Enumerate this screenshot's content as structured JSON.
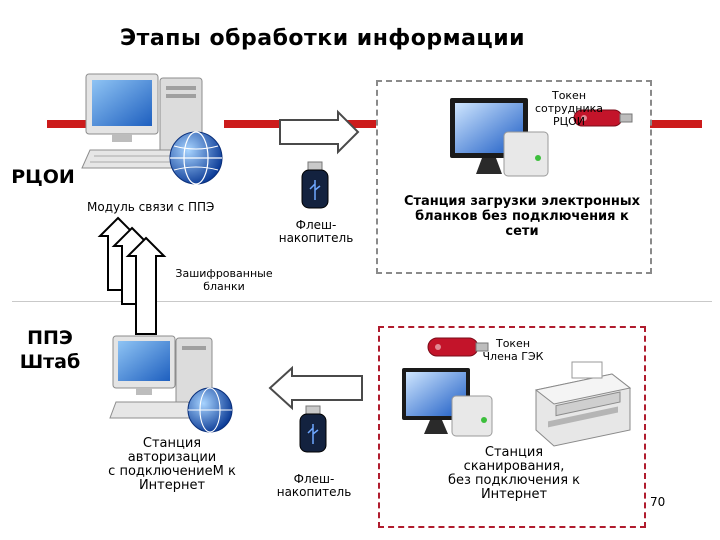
{
  "title": "Этапы обработки информации",
  "regions": {
    "rcoi": "РЦОИ",
    "ppe_line1": "ППЭ",
    "ppe_line2": "Штаб"
  },
  "labels": {
    "comm_module": "Модуль связи с ППЭ",
    "flash_top_line1": "Флеш-",
    "flash_top_line2": "накопитель",
    "encrypted_line1": "Зашифрованные",
    "encrypted_line2": "бланки",
    "upload_station_line1": "Станция загрузки электронных",
    "upload_station_line2": "бланков без подключения к",
    "upload_station_line3": "сети",
    "token_staff_line1": "Токен",
    "token_staff_line2": "сотрудника",
    "token_staff_line3": "РЦОИ",
    "token_gek_line1": "Токен",
    "token_gek_line2": "Члена ГЭК",
    "auth_station_line1": "Станция",
    "auth_station_line2": "авторизации",
    "auth_station_line3": "с подключениеМ к",
    "auth_station_line4": "Интернет",
    "flash_bottom_line1": "Флеш-",
    "flash_bottom_line2": "накопитель",
    "scan_station_line1": "Станция",
    "scan_station_line2": "сканирования,",
    "scan_station_line3": "без подключения к",
    "scan_station_line4": "Интернет"
  },
  "page_number": "70",
  "colors": {
    "accent_red": "#cc1b1b",
    "dash_gray": "#8a8a8a",
    "dash_red": "#b01c2e",
    "globe_blue": "#1f63c9",
    "screen_blue": "#2f7fd8"
  },
  "icons": [
    "computer-icon",
    "globe-icon",
    "monitor-icon",
    "usb-flash-icon",
    "usb-token-icon",
    "scanner-icon",
    "arrow-right-icon",
    "arrow-left-icon",
    "arrow-up-icon"
  ]
}
